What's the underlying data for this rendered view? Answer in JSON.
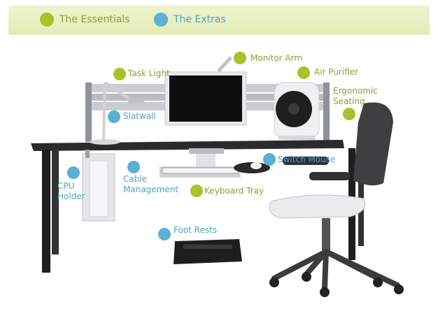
{
  "colors": {
    "essential": "#a7c22a",
    "extra": "#5bb0d4",
    "essential_text": "#8aa42a",
    "extra_text": "#4fa3c4"
  },
  "legend": {
    "essentials": "The Essentials",
    "extras": "The Extras"
  },
  "labels": {
    "task_light": "Task Light",
    "monitor_arm": "Monitor Arm",
    "air_purifier": "Air Purifier",
    "ergonomic_seating_1": "Ergonomic",
    "ergonomic_seating_2": "Seating",
    "slatwall": "Slatwall",
    "switch_mouse": "Switch Mouse",
    "cpu_holder_1": "CPU",
    "cpu_holder_2": "Holder",
    "cable_management_1": "Cable",
    "cable_management_2": "Management",
    "keyboard_tray": "Keyboard Tray",
    "foot_rests": "Foot Rests"
  }
}
